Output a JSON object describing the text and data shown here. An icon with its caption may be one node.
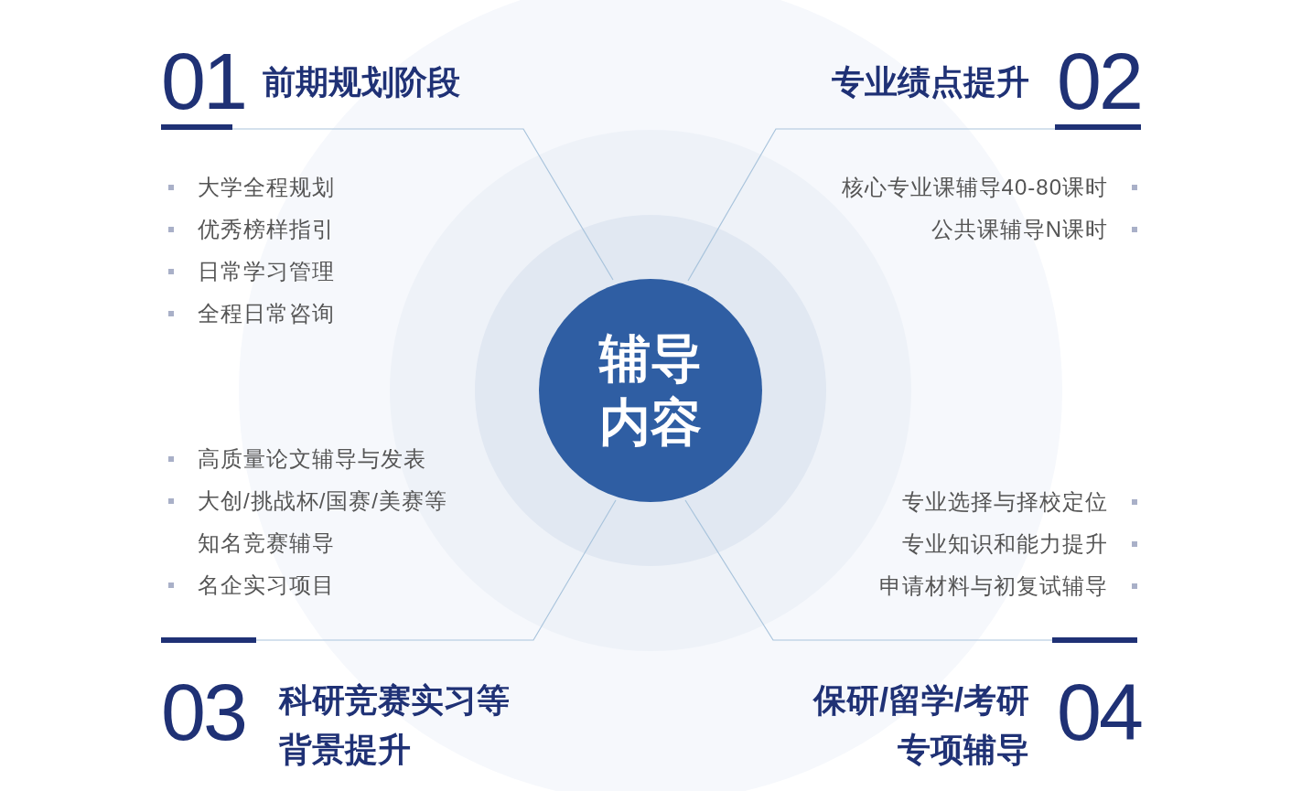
{
  "diagram": {
    "nodes": [
      {
        "text": [
          "辅导内容"
        ]
      },
      {
        "text": [
          "01",
          "前期规划阶段"
        ]
      },
      {
        "text": [
          "专业绩点提升",
          "02"
        ]
      },
      {
        "text": [
          "03",
          "科研竞赛实习等背景提升"
        ]
      },
      {
        "text": [
          "保研/留学/考研专项辅导",
          "04"
        ]
      }
    ],
    "edges": [
      {
        "from": 0,
        "to": 1,
        "arrow": "none"
      },
      {
        "from": 0,
        "to": 2,
        "arrow": "none"
      },
      {
        "from": 0,
        "to": 3,
        "arrow": "none"
      },
      {
        "from": 0,
        "to": 4,
        "arrow": "none"
      }
    ],
    "labels": [
      "大学全程规划",
      "优秀榜样指引",
      "日常学习管理",
      "全程日常咨询",
      "核心专业课辅导40-80课时",
      "公共课辅导N课时",
      "高质量论文辅导与发表",
      "大创/挑战杯/国赛/美赛等知名竞赛辅导",
      "名企实习项目",
      "专业选择与择校定位",
      "专业知识和能力提升",
      "申请材料与初复试辅导"
    ]
  }
}
